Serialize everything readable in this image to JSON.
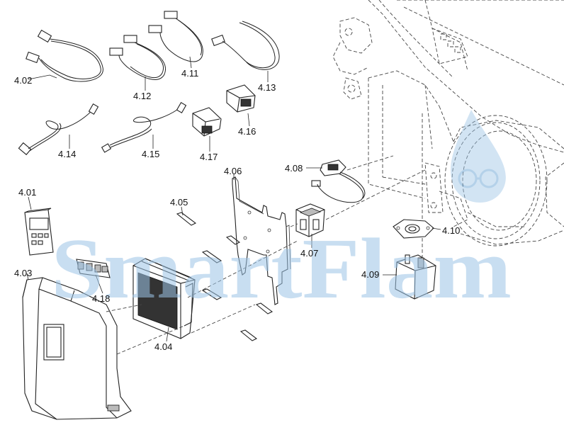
{
  "watermark": {
    "text": "SmartFlam",
    "color": "#9cc4e6"
  },
  "parts": [
    {
      "id": "4.01",
      "name": "display-panel"
    },
    {
      "id": "4.02",
      "name": "cable-4-02"
    },
    {
      "id": "4.03",
      "name": "cover"
    },
    {
      "id": "4.04",
      "name": "control-unit"
    },
    {
      "id": "4.05",
      "name": "spacer-bolt"
    },
    {
      "id": "4.06",
      "name": "mounting-plate"
    },
    {
      "id": "4.07",
      "name": "transformer"
    },
    {
      "id": "4.08",
      "name": "sensor-cable"
    },
    {
      "id": "4.09",
      "name": "ignition-transformer"
    },
    {
      "id": "4.10",
      "name": "gasket"
    },
    {
      "id": "4.11",
      "name": "cable-4-11"
    },
    {
      "id": "4.12",
      "name": "cable-4-12"
    },
    {
      "id": "4.13",
      "name": "cable-4-13"
    },
    {
      "id": "4.14",
      "name": "cable-4-14"
    },
    {
      "id": "4.15",
      "name": "cable-4-15"
    },
    {
      "id": "4.16",
      "name": "plug-4-16"
    },
    {
      "id": "4.17",
      "name": "plug-4-17"
    },
    {
      "id": "4.18",
      "name": "terminal-connectors"
    }
  ]
}
